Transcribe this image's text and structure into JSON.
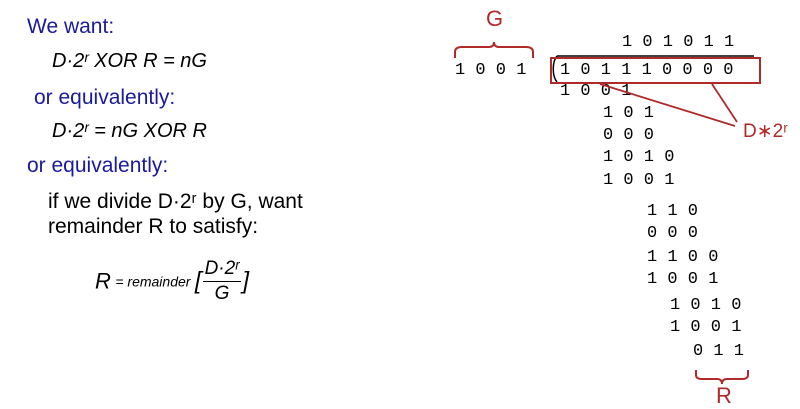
{
  "left": {
    "heading_want": "We want:",
    "eq1": "D·2ʳ  XOR  R = nG",
    "heading_equiv1": "or equivalently:",
    "eq2": "D·2ʳ = nG  XOR  R",
    "heading_equiv2": "or equivalently:",
    "line1": "if we divide D·2ʳ by G, want",
    "line2": "remainder R to satisfy:",
    "formula": {
      "lhs": "R",
      "eq": "= remainder",
      "open": "[",
      "numerator": "D·2ʳ",
      "denominator": "G",
      "close": "]"
    }
  },
  "division": {
    "generator": "1 0 0 1",
    "quotient": "1 0 1 0 1 1",
    "dividend": "1 0 1 1 1 0 0 0 0",
    "steps": [
      "1 0 0 1",
      "1 0 1",
      "0 0 0",
      "1 0 1 0",
      "1 0 0 1",
      "1 1 0",
      "0 0 0",
      "1 1 0 0",
      "1 0 0 1",
      "1 0 1 0",
      "1 0 0 1",
      "0 1 1"
    ],
    "label_g": "G",
    "label_d2r": "D∗2ʳ",
    "label_r": "R"
  },
  "colors": {
    "heading": "#1a1a9c",
    "annotation": "#b02a2a"
  }
}
